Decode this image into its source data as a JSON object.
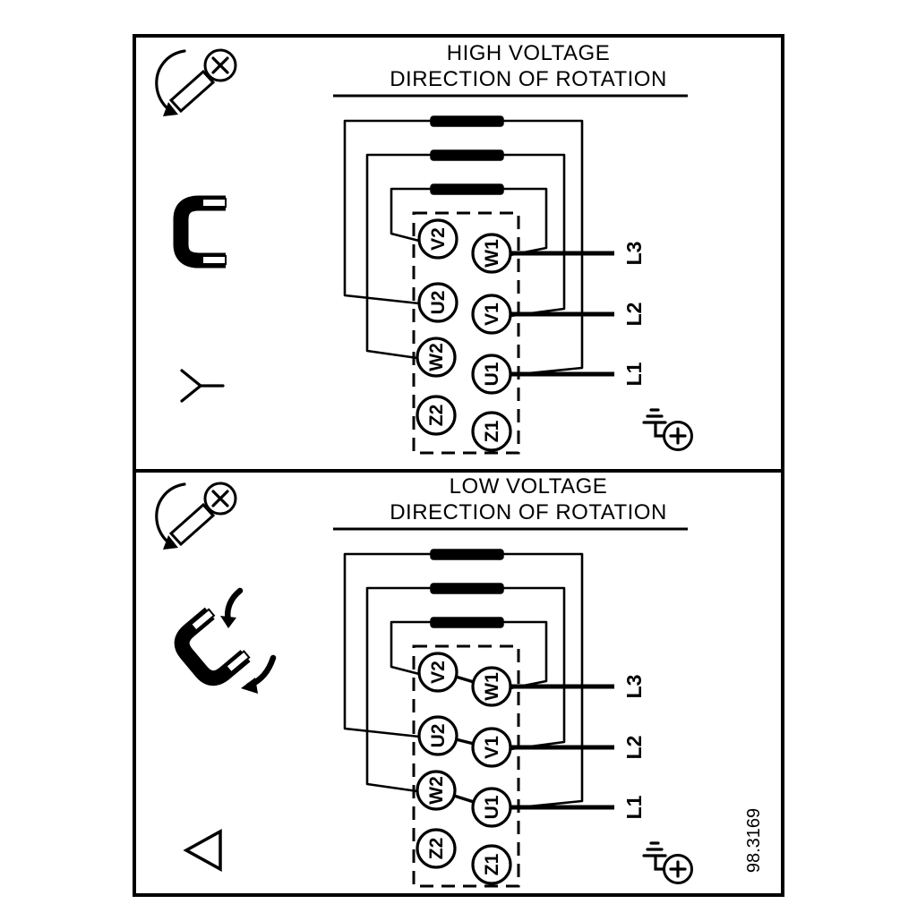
{
  "figure_number": "98.3169",
  "colors": {
    "ink": "#000000",
    "paper": "#ffffff"
  },
  "panels": [
    {
      "name": "high-voltage",
      "title": "HIGH VOLTAGE",
      "subtitle": "DIRECTION OF ROTATION",
      "connection_symbol": "star",
      "terminals": {
        "left": [
          "V2",
          "U2",
          "W2",
          "Z2"
        ],
        "right": [
          "W1",
          "V1",
          "U1",
          "Z1"
        ]
      },
      "supply_lines": [
        "L3",
        "L2",
        "L1"
      ]
    },
    {
      "name": "low-voltage",
      "title": "LOW VOLTAGE",
      "subtitle": "DIRECTION OF ROTATION",
      "connection_symbol": "delta",
      "terminals": {
        "left": [
          "V2",
          "U2",
          "W2",
          "Z2"
        ],
        "right": [
          "W1",
          "V1",
          "U1",
          "Z1"
        ]
      },
      "supply_lines": [
        "L3",
        "L2",
        "L1"
      ]
    }
  ]
}
